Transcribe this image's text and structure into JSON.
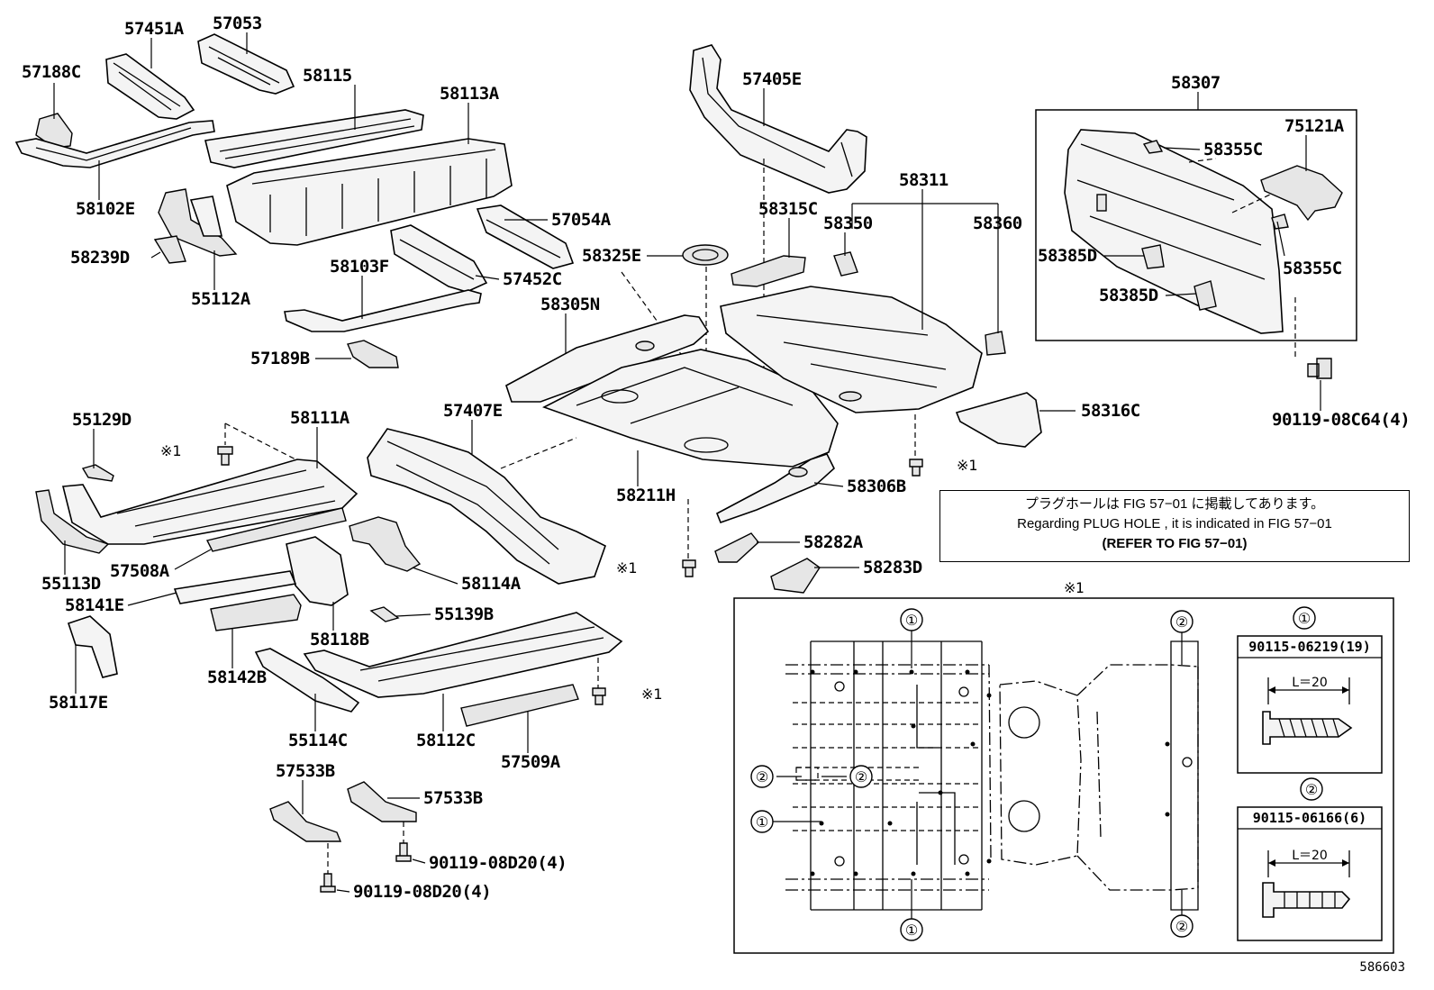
{
  "parts": [
    {
      "id": "p1",
      "label": "57451A"
    },
    {
      "id": "p2",
      "label": "57053"
    },
    {
      "id": "p3",
      "label": "57188C"
    },
    {
      "id": "p4",
      "label": "58115"
    },
    {
      "id": "p5",
      "label": "58113A"
    },
    {
      "id": "p6",
      "label": "58102E"
    },
    {
      "id": "p7",
      "label": "58239D"
    },
    {
      "id": "p8",
      "label": "55112A"
    },
    {
      "id": "p9",
      "label": "57054A"
    },
    {
      "id": "p10",
      "label": "57452C"
    },
    {
      "id": "p11",
      "label": "58103F"
    },
    {
      "id": "p12",
      "label": "57189B"
    },
    {
      "id": "p13",
      "label": "57405E"
    },
    {
      "id": "p14",
      "label": "58315C"
    },
    {
      "id": "p15",
      "label": "58325E"
    },
    {
      "id": "p16",
      "label": "58305N"
    },
    {
      "id": "p17",
      "label": "58350"
    },
    {
      "id": "p18",
      "label": "58311"
    },
    {
      "id": "p19",
      "label": "58360"
    },
    {
      "id": "p20",
      "label": "58307"
    },
    {
      "id": "p21",
      "label": "58355C"
    },
    {
      "id": "p22",
      "label": "75121A"
    },
    {
      "id": "p23",
      "label": "58385D"
    },
    {
      "id": "p24",
      "label": "58385D"
    },
    {
      "id": "p25",
      "label": "58355C"
    },
    {
      "id": "p26",
      "label": "90119-08C64(4)"
    },
    {
      "id": "p27",
      "label": "58316C"
    },
    {
      "id": "p28",
      "label": "55129D"
    },
    {
      "id": "p29",
      "label": "58111A"
    },
    {
      "id": "p30",
      "label": "57407E"
    },
    {
      "id": "p31",
      "label": "58211H"
    },
    {
      "id": "p32",
      "label": "58306B"
    },
    {
      "id": "p33",
      "label": "55113D"
    },
    {
      "id": "p34",
      "label": "57508A"
    },
    {
      "id": "p35",
      "label": "58141E"
    },
    {
      "id": "p36",
      "label": "58114A"
    },
    {
      "id": "p37",
      "label": "58282A"
    },
    {
      "id": "p38",
      "label": "58283D"
    },
    {
      "id": "p39",
      "label": "55139B"
    },
    {
      "id": "p40",
      "label": "58118B"
    },
    {
      "id": "p41",
      "label": "58117E"
    },
    {
      "id": "p42",
      "label": "58142B"
    },
    {
      "id": "p43",
      "label": "55114C"
    },
    {
      "id": "p44",
      "label": "58112C"
    },
    {
      "id": "p45",
      "label": "57509A"
    },
    {
      "id": "p46",
      "label": "57533B"
    },
    {
      "id": "p47",
      "label": "57533B"
    },
    {
      "id": "p48",
      "label": "90119-08D20(4)"
    },
    {
      "id": "p49",
      "label": "90119-08D20(4)"
    }
  ],
  "marks": {
    "kome1": "※1"
  },
  "note": {
    "line1": "プラグホールは FIG  57−01 に掲載してあります。",
    "line2": "Regarding  PLUG  HOLE , it is indicated in FIG  57−01",
    "line3": "(REFER  TO  FIG  57−01)"
  },
  "inset": {
    "title": "※1",
    "circle1": "①",
    "circle2": "②",
    "bolt1_number": "90115-06219(19)",
    "bolt2_number": "90115-06166(6)",
    "length_label": "L＝20"
  },
  "figure_number": "586603"
}
